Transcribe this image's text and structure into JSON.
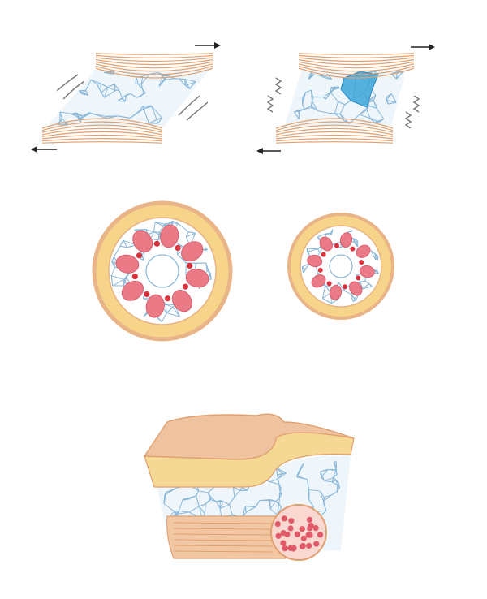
{
  "palette": {
    "background": "#ffffff",
    "orange_line": "#e0a070",
    "mesh_blue": "#8cb8d8",
    "highlight_blue": "#3aa6d8",
    "arrow_dark": "#222222",
    "wiggle_gray": "#777777",
    "ring_orange": "#e8b488",
    "ring_yellow": "#f6d48a",
    "cell_pink": "#ea7a86",
    "dot_red": "#d8333d",
    "skin_top": "#efc3a0",
    "skin_yellow": "#f5d894",
    "muscle_tan": "#f2c7a3",
    "fiber_red": "#e15a68"
  },
  "panels": [
    {
      "id": "shear-normal",
      "icons": [
        "arrow-right-icon",
        "arrow-left-icon",
        "motion-lines-icon"
      ]
    },
    {
      "id": "shear-damaged",
      "icons": [
        "arrow-right-icon",
        "arrow-left-icon",
        "wavy-lines-icon",
        "damage-highlight-icon"
      ]
    },
    {
      "id": "cross-section-large",
      "cells": 8,
      "dots": 8
    },
    {
      "id": "cross-section-small",
      "cells": 8,
      "dots": 8
    },
    {
      "id": "tissue-block",
      "layers": [
        "skin",
        "fat",
        "connective-mesh",
        "muscle"
      ]
    }
  ]
}
